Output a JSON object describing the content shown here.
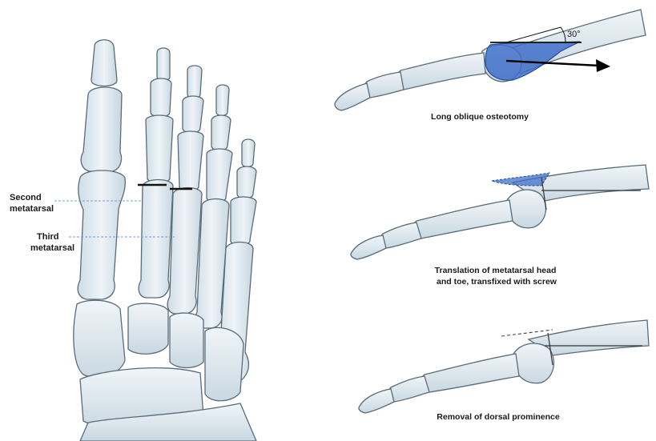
{
  "labels": {
    "second_metatarsal": [
      "Second",
      "metatarsal"
    ],
    "third_metatarsal": [
      "Third",
      "metatarsal"
    ]
  },
  "panels": [
    {
      "caption": [
        "Long oblique osteotomy"
      ],
      "angle_label": "30°"
    },
    {
      "caption": [
        "Translation of metatarsal head",
        "and toe, transfixed with screw"
      ]
    },
    {
      "caption": [
        "Removal of dorsal prominence"
      ]
    }
  ],
  "colors": {
    "bone_fill": "#e6eef3",
    "bone_stroke": "#5a6b78",
    "osteotomy_fill": "#3f6fc9",
    "leader_line": "#6fa0d8",
    "text": "#1a1a1a"
  }
}
